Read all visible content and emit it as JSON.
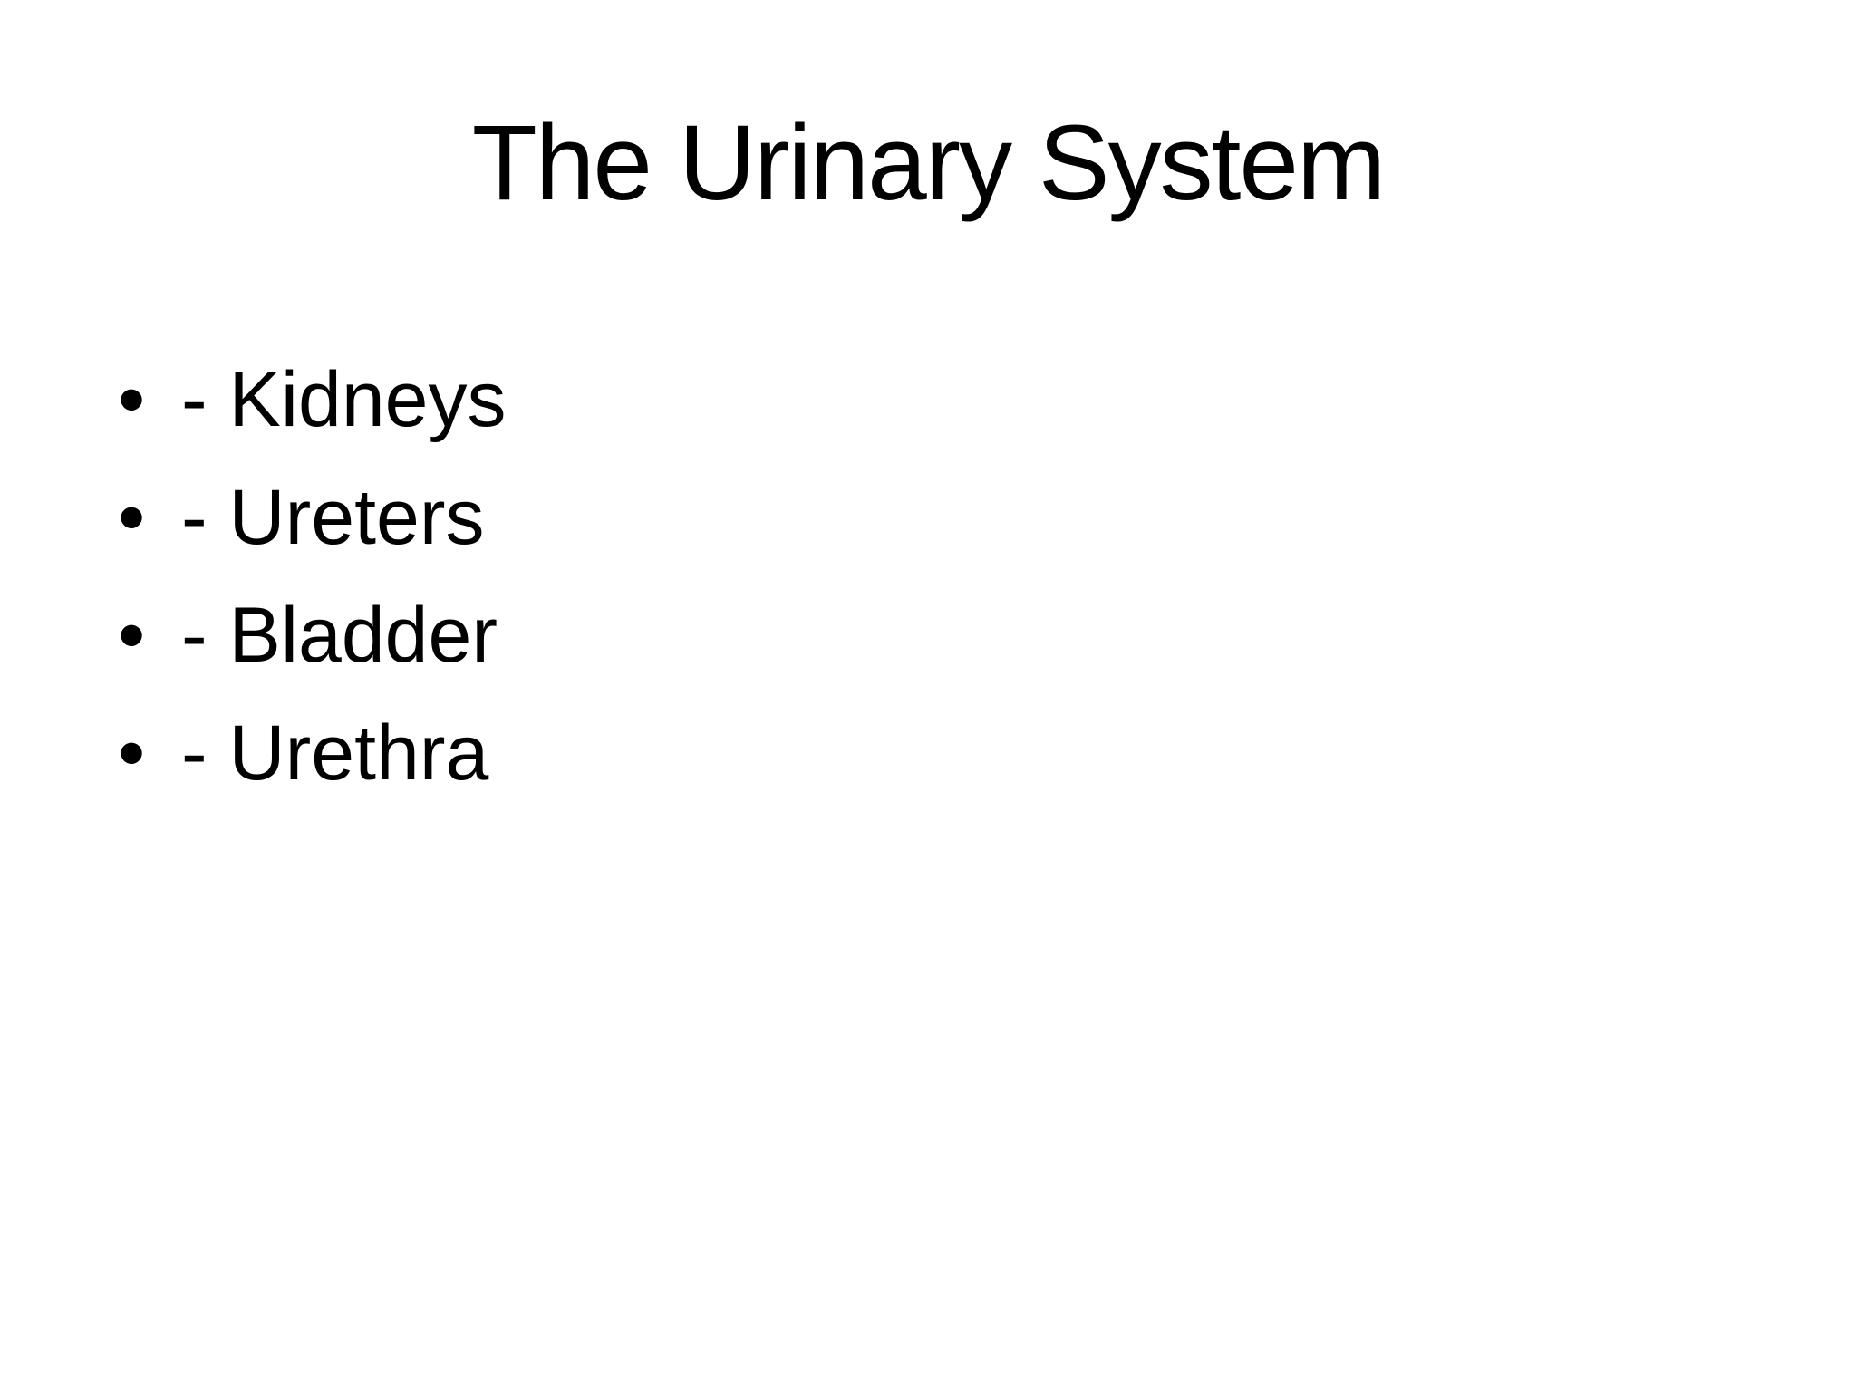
{
  "slide": {
    "title": "The Urinary System",
    "bullet_glyph": "•",
    "bullets": [
      "- Kidneys",
      "- Ureters",
      "- Bladder",
      "- Urethra"
    ],
    "colors": {
      "background": "#ffffff",
      "text": "#000000"
    }
  }
}
